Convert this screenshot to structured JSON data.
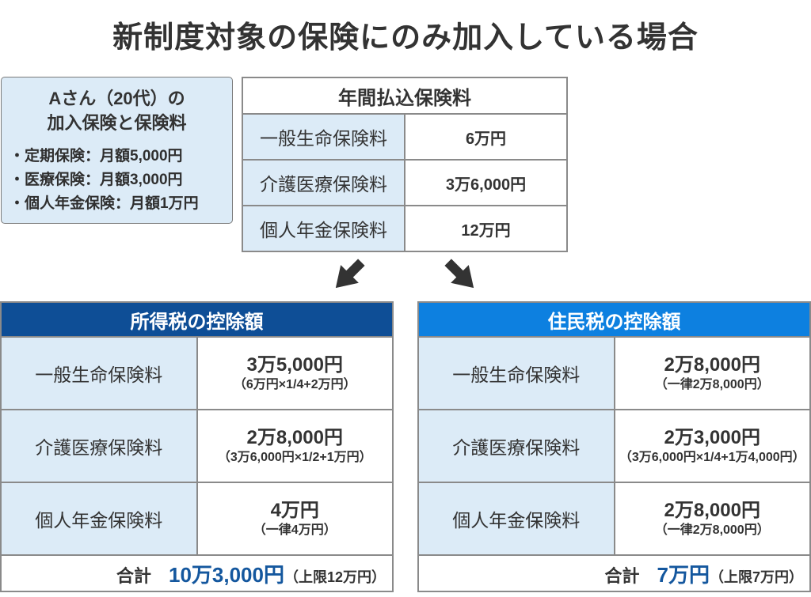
{
  "title": "新制度対象の保険にのみ加入している場合",
  "profile_box": {
    "title_line1": "Aさん（20代）の",
    "title_line2": "加入保険と保険料",
    "items": [
      "・定期保険：月額5,000円",
      "・医療保険：月額3,000円",
      "・個人年金保険：月額1万円"
    ]
  },
  "premium_table": {
    "header": "年間払込保険料",
    "rows": [
      {
        "label": "一般生命保険料",
        "value": "6万円"
      },
      {
        "label": "介護医療保険料",
        "value": "3万6,000円"
      },
      {
        "label": "個人年金保険料",
        "value": "12万円"
      }
    ]
  },
  "income_tax_table": {
    "header": "所得税の控除額",
    "rows": [
      {
        "label": "一般生命保険料",
        "amount": "3万5,000円",
        "formula": "（6万円×1/4+2万円）"
      },
      {
        "label": "介護医療保険料",
        "amount": "2万8,000円",
        "formula": "（3万6,000円×1/2+1万円）"
      },
      {
        "label": "個人年金保険料",
        "amount": "4万円",
        "formula": "（一律4万円）"
      }
    ],
    "total_label": "合計",
    "total_amount": "10万3,000円",
    "total_note": "（上限12万円）"
  },
  "resident_tax_table": {
    "header": "住民税の控除額",
    "rows": [
      {
        "label": "一般生命保険料",
        "amount": "2万8,000円",
        "formula": "（一律2万8,000円）"
      },
      {
        "label": "介護医療保険料",
        "amount": "2万3,000円",
        "formula": "（3万6,000円×1/4+1万4,000円）"
      },
      {
        "label": "個人年金保険料",
        "amount": "2万8,000円",
        "formula": "（一律2万8,000円）"
      }
    ],
    "total_label": "合計",
    "total_amount": "7万円",
    "total_note": "（上限7万円）"
  },
  "icons": {
    "arrow_left": "arrow-down-left-icon",
    "arrow_right": "arrow-down-right-icon"
  },
  "colors": {
    "income_header_bg": "#0e4e96",
    "resident_header_bg": "#0d80e0",
    "light_cell_bg": "#dcebf7",
    "total_amount_text": "#14579e",
    "body_text": "#333333",
    "table_border": "#8a8a8a",
    "header_text": "#ffffff",
    "arrow_fill": "#333333"
  }
}
